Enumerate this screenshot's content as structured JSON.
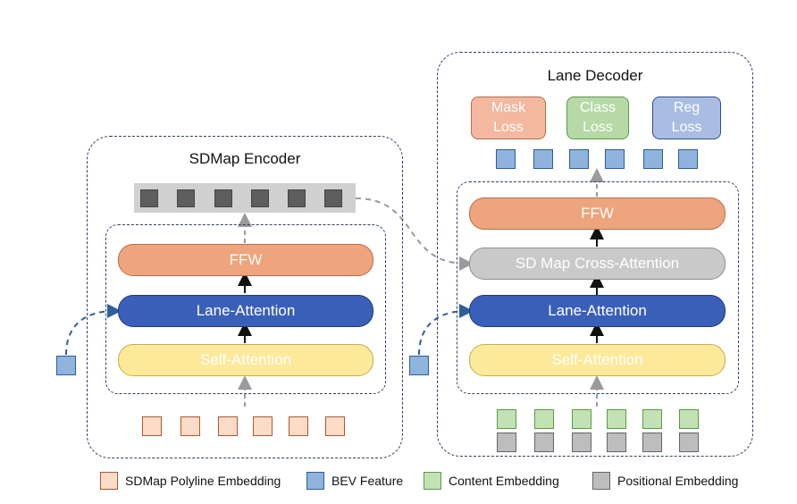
{
  "encoder": {
    "title": "SDMap Encoder",
    "ffw": "FFW",
    "lane_attention": "Lane-Attention",
    "self_attention": "Self-Attention"
  },
  "decoder": {
    "title": "Lane Decoder",
    "losses": [
      {
        "line1": "Mask",
        "line2": "Loss",
        "fill": "#f4b79f",
        "border": "#b56d4a"
      },
      {
        "line1": "Class",
        "line2": "Loss",
        "fill": "#b6d9a5",
        "border": "#5b9a4a"
      },
      {
        "line1": "Reg",
        "line2": "Loss",
        "fill": "#a9bde2",
        "border": "#2f4f8f"
      }
    ],
    "ffw": "FFW",
    "cross_attention": "SD Map Cross-Attention",
    "lane_attention": "Lane-Attention",
    "self_attention": "Self-Attention"
  },
  "legend": [
    {
      "label": "SDMap Polyline Embedding",
      "fill": "#fbdcc7",
      "border": "#b3552f"
    },
    {
      "label": "BEV Feature",
      "fill": "#8fb3dc",
      "border": "#2f5e99"
    },
    {
      "label": "Content Embedding",
      "fill": "#c3e2b3",
      "border": "#5b9a4a"
    },
    {
      "label": "Positional Embedding",
      "fill": "#bdbdbd",
      "border": "#666666"
    }
  ]
}
